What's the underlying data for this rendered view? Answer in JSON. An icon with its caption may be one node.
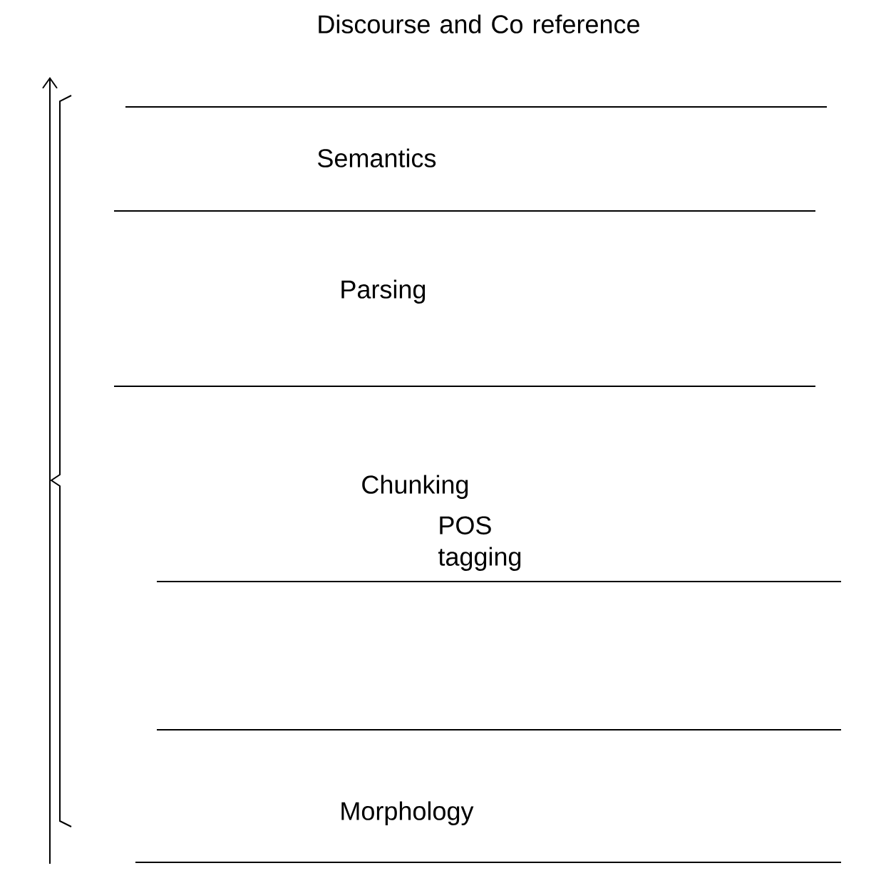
{
  "diagram": {
    "labels": [
      "Discourse and Co reference",
      "Semantics",
      "Parsing",
      "Chunking",
      "POS tagging",
      "Morphology"
    ]
  }
}
